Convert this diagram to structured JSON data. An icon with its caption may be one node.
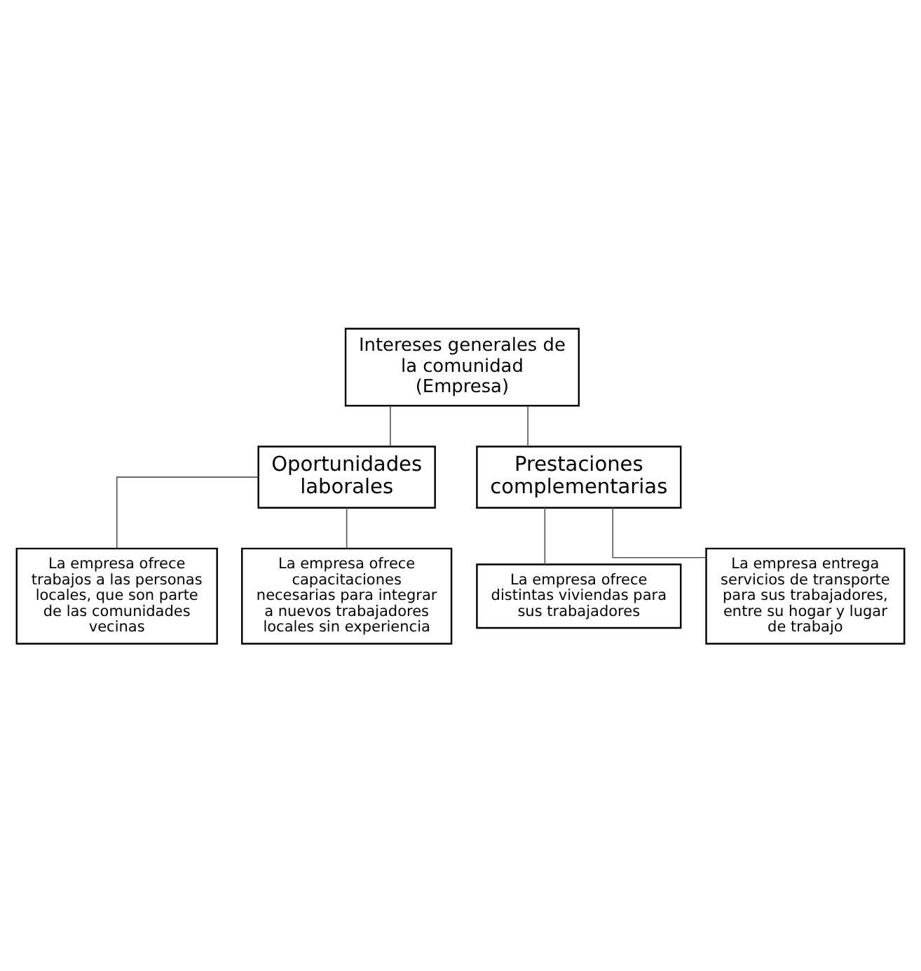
{
  "diagram": {
    "nodes": [
      {
        "text": [
          "Intereses generales de la comunidad",
          "(Empresa)"
        ]
      },
      {
        "text": [
          "Oportunidades laborales"
        ]
      },
      {
        "text": [
          "Prestaciones complementarias"
        ]
      },
      {
        "text": [
          "La empresa ofrece trabajos a las personas locales, que son parte de las comunidades vecinas"
        ]
      },
      {
        "text": [
          "La empresa ofrece capacitaciones necesarias para integrar a nuevos trabajadores locales sin experiencia"
        ]
      },
      {
        "text": [
          "La empresa ofrece distintas viviendas para sus trabajadores"
        ]
      },
      {
        "text": [
          "La empresa entrega servicios de transporte para sus trabajadores, entre su hogar y lugar de trabajo"
        ]
      }
    ],
    "edges": [
      {
        "from": 0,
        "to": 1,
        "arrow": "none"
      },
      {
        "from": 0,
        "to": 2,
        "arrow": "none"
      },
      {
        "from": 1,
        "to": 3,
        "arrow": "none"
      },
      {
        "from": 1,
        "to": 4,
        "arrow": "none"
      },
      {
        "from": 2,
        "to": 5,
        "arrow": "none"
      },
      {
        "from": 2,
        "to": 6,
        "arrow": "none"
      }
    ]
  }
}
